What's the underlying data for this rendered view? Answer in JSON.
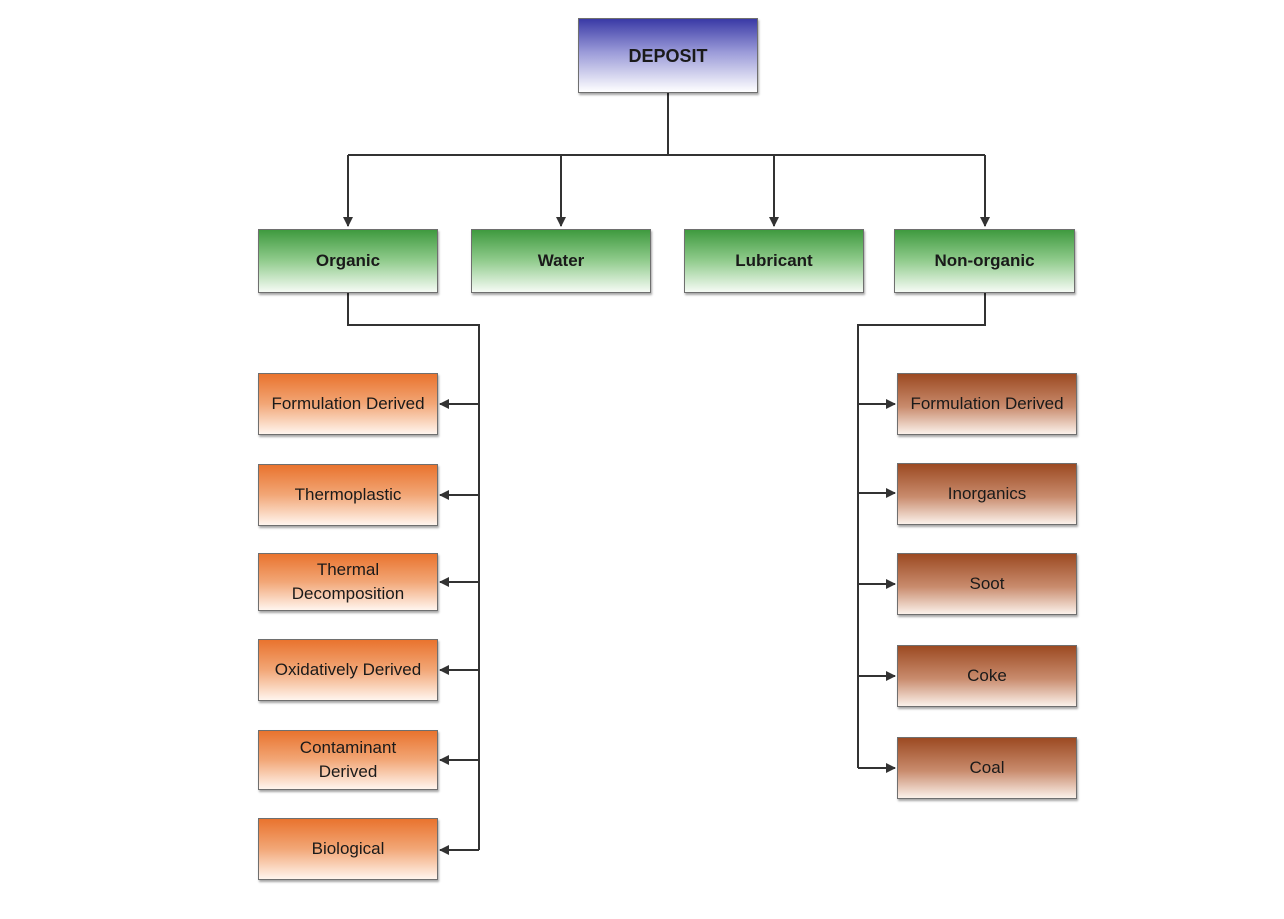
{
  "root": {
    "label": "DEPOSIT"
  },
  "categories": [
    {
      "label": "Organic"
    },
    {
      "label": "Water"
    },
    {
      "label": "Lubricant"
    },
    {
      "label": "Non-organic"
    }
  ],
  "organic_children": [
    {
      "label": "Formulation Derived"
    },
    {
      "label": "Thermoplastic"
    },
    {
      "label": "Thermal Decomposition"
    },
    {
      "label": "Oxidatively Derived"
    },
    {
      "label": "Contaminant Derived"
    },
    {
      "label": "Biological"
    }
  ],
  "non_organic_children": [
    {
      "label": "Formulation Derived"
    },
    {
      "label": "Inorganics"
    },
    {
      "label": "Soot"
    },
    {
      "label": "Coke"
    },
    {
      "label": "Coal"
    }
  ],
  "colors": {
    "root": "#3a3aa6",
    "category": "#3f9a3f",
    "organic": "#e9732e",
    "non_organic": "#9c4a22",
    "connector": "#333333"
  }
}
